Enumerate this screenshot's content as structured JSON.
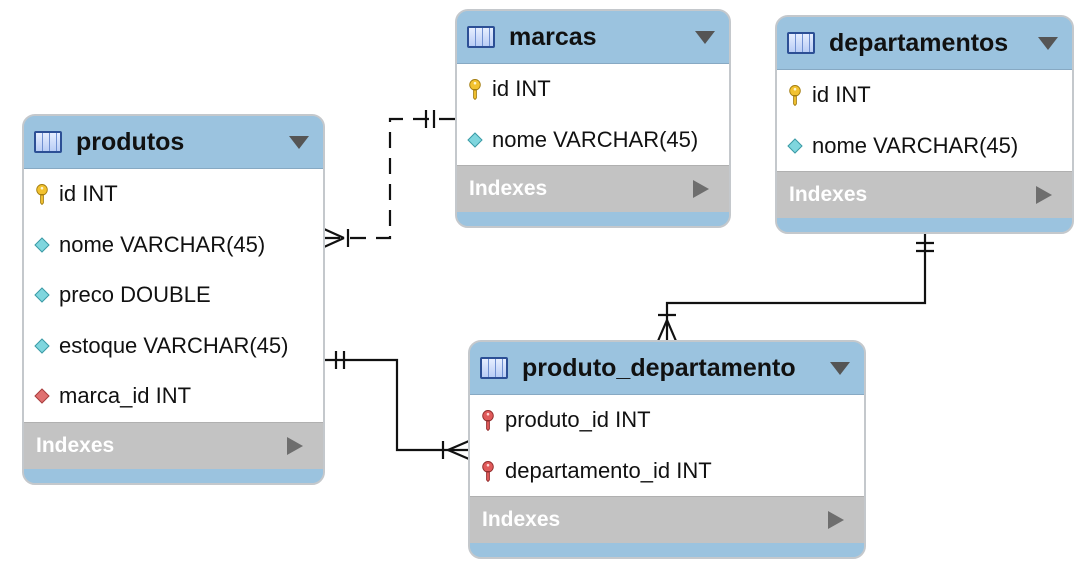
{
  "tables": {
    "produtos": {
      "name": "produtos",
      "columns": [
        "id INT",
        "nome VARCHAR(45)",
        "preco DOUBLE",
        "estoque VARCHAR(45)",
        "marca_id INT"
      ],
      "column_kinds": [
        "primary-key",
        "column",
        "column",
        "column",
        "foreign-key"
      ],
      "indexes_label": "Indexes"
    },
    "marcas": {
      "name": "marcas",
      "columns": [
        "id INT",
        "nome VARCHAR(45)"
      ],
      "column_kinds": [
        "primary-key",
        "column"
      ],
      "indexes_label": "Indexes"
    },
    "departamentos": {
      "name": "departamentos",
      "columns": [
        "id INT",
        "nome VARCHAR(45)"
      ],
      "column_kinds": [
        "primary-key",
        "column"
      ],
      "indexes_label": "Indexes"
    },
    "produto_departamento": {
      "name": "produto_departamento",
      "columns": [
        "produto_id INT",
        "departamento_id INT"
      ],
      "column_kinds": [
        "primary-foreign-key",
        "primary-foreign-key"
      ],
      "indexes_label": "Indexes"
    }
  },
  "relationships": [
    {
      "from": "produtos",
      "to": "marcas",
      "from_cardinality": "one-or-many",
      "to_cardinality": "exactly-one",
      "identifying": false
    },
    {
      "from": "produto_departamento",
      "to": "produtos",
      "from_cardinality": "one-or-many",
      "to_cardinality": "exactly-one",
      "identifying": true
    },
    {
      "from": "produto_departamento",
      "to": "departamentos",
      "from_cardinality": "one-or-many",
      "to_cardinality": "exactly-one",
      "identifying": true
    }
  ],
  "colors": {
    "header": "#9bc3df",
    "indexes_bar": "#c3c3c3",
    "border": "#c4c8cc",
    "connector": "#111111",
    "primary_key_icon": "#f2c230",
    "column_icon": "#7fd6de",
    "foreign_key_icon": "#e07070"
  },
  "icons": {
    "table": "table-icon",
    "collapse": "triangle-down-icon",
    "indexes_expand": "triangle-right-icon",
    "primary-key": "key-icon",
    "column": "diamond-icon",
    "foreign-key": "red-diamond-icon",
    "primary-foreign-key": "red-key-icon"
  }
}
